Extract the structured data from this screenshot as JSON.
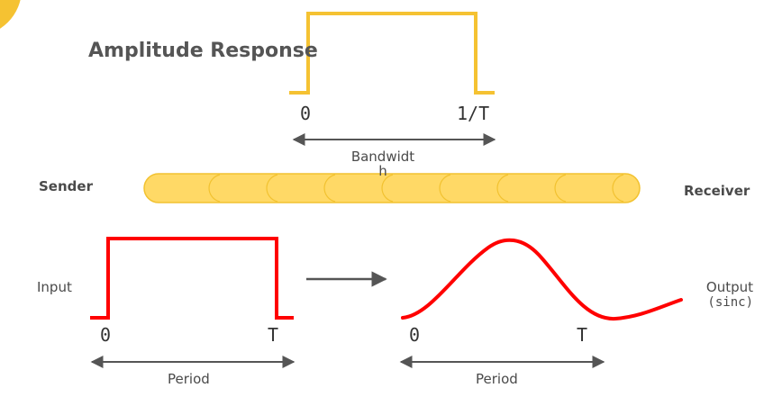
{
  "title": "Amplitude Response",
  "amplitude": {
    "tick_start": "0",
    "tick_end": "1/T",
    "bandwidth_line1": "Bandwidt",
    "bandwidth_line2": "h"
  },
  "channel": {
    "sender": "Sender",
    "receiver": "Receiver"
  },
  "input": {
    "label": "Input",
    "tick_start": "0",
    "tick_end": "T",
    "period": "Period"
  },
  "output": {
    "label": "Output",
    "label_sub": "(sinc)",
    "tick_start": "0",
    "tick_end": "T",
    "period": "Period"
  },
  "colors": {
    "accent_yellow": "#F5C232",
    "tube_fill": "#FFD966",
    "tube_stroke": "#F2C230",
    "signal_red": "#FF0000",
    "arrow_gray": "#555555"
  }
}
